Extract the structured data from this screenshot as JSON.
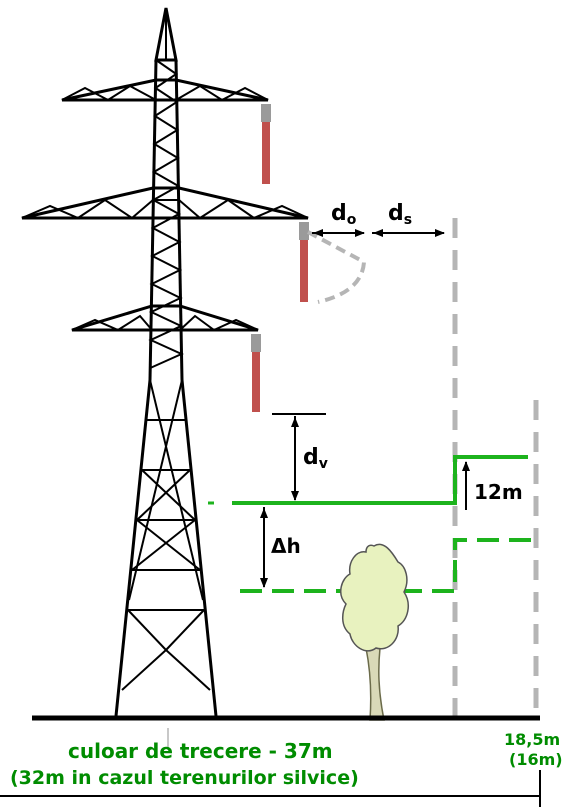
{
  "labels": {
    "d_o": {
      "main": "d",
      "sub": "o"
    },
    "d_s": {
      "main": "d",
      "sub": "s"
    },
    "d_v": {
      "main": "d",
      "sub": "v"
    },
    "delta_h": "Δh",
    "twelve_m": "12m",
    "half_width": "18,5m",
    "half_width_forest": "(16m)",
    "corridor": "culoar de trecere - 37m",
    "corridor_forest": "(32m in cazul terenurilor silvice)"
  },
  "colors": {
    "tower": "#000000",
    "insulator": "#c0504d",
    "insulator_cap": "#9a9a9a",
    "green_line": "#1db31d",
    "dashed_grey": "#b5b5b5",
    "tree_fill": "#e8f2bf",
    "tree_trunk": "#d9d9b8",
    "corridor_text": "#008c00"
  }
}
